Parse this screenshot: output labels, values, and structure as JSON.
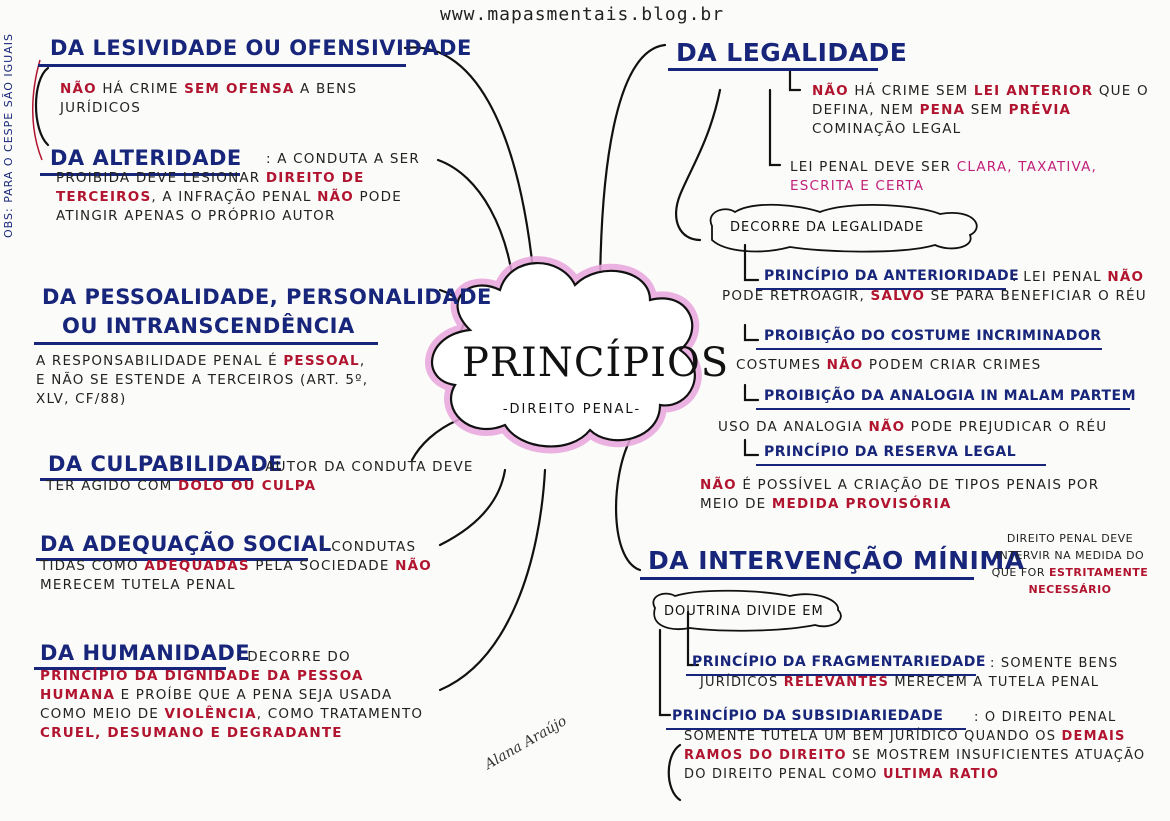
{
  "site": "www.mapasmentais.blog.br",
  "center": {
    "title": "PRINCÍPIOS",
    "subtitle": "-DIREITO PENAL-"
  },
  "obs_note": "OBS: PARA O CESPE SÃO IGUAIS",
  "lesividade": {
    "title": "DA LESIVIDADE OU OFENSIVIDADE",
    "t1": "NÃO",
    "t2": " HÁ CRIME ",
    "t3": "SEM OFENSA",
    "t4": " A BENS JURÍDICOS"
  },
  "alteridade": {
    "title": "DA ALTERIDADE",
    "t1": ": A CONDUTA A SER PROIBIDA DEVE LESIONAR ",
    "t2": "DIREITO DE TERCEIROS",
    "t3": ", A INFRAÇÃO PENAL ",
    "t4": "NÃO",
    "t5": " PODE ATINGIR APENAS O PRÓPRIO AUTOR"
  },
  "pessoalidade": {
    "title1": "DA PESSOALIDADE, PERSONALIDADE",
    "title2": "OU INTRANSCENDÊNCIA",
    "t1": "A RESPONSABILIDADE PENAL É ",
    "t2": "PESSOAL",
    "t3": ", E NÃO SE ESTENDE A TERCEIROS (ART. 5º, XLV, CF/88)"
  },
  "culpabilidade": {
    "title": "DA CULPABILIDADE",
    "t1": ": AUTOR DA CONDUTA DEVE TER AGIDO COM ",
    "t2": "DOLO OU CULPA"
  },
  "adequacao": {
    "title": "DA ADEQUAÇÃO SOCIAL",
    "t1": ": CONDUTAS TIDAS COMO ",
    "t2": "ADEQUADAS",
    "t3": " PELA SOCIEDADE ",
    "t4": "NÃO",
    "t5": " MERECEM TUTELA PENAL"
  },
  "humanidade": {
    "title": "DA HUMANIDADE",
    "t1": ": DECORRE DO ",
    "t2": "PRINCÍPIO DA DIGNIDADE DA PESSOA HUMANA",
    "t3": " E PROÍBE QUE A PENA SEJA USADA COMO MEIO DE ",
    "t4": "VIOLÊNCIA",
    "t5": ", COMO TRATAMENTO ",
    "t6": "CRUEL, DESUMANO E DEGRADANTE"
  },
  "legalidade": {
    "title": "DA LEGALIDADE",
    "a1": "NÃO",
    "a2": " HÁ CRIME SEM ",
    "a3": "LEI ANTERIOR",
    "a4": " QUE O DEFINA, NEM ",
    "a5": "PENA",
    "a6": " SEM ",
    "a7": "PRÉVIA",
    "a8": " COMINAÇÃO LEGAL",
    "b1": "LEI PENAL DEVE SER ",
    "b2": "CLARA, TAXATIVA, ESCRITA E CERTA",
    "bubble": "DECORRE DA LEGALIDADE",
    "p1_title": "PRINCÍPIO DA ANTERIORIDADE",
    "p1_t1": ": LEI PENAL ",
    "p1_t2": "NÃO",
    "p1_t3": " PODE RETROAGIR, ",
    "p1_t4": "SALVO",
    "p1_t5": " SE PARA BENEFICIAR O RÉU",
    "p2_title": "PROIBIÇÃO DO COSTUME INCRIMINADOR",
    "p2_t1": "COSTUMES ",
    "p2_t2": "NÃO",
    "p2_t3": " PODEM CRIAR CRIMES",
    "p3_title": "PROIBIÇÃO DA ANALOGIA IN MALAM PARTEM",
    "p3_t1": "USO DA ANALOGIA ",
    "p3_t2": "NÃO",
    "p3_t3": " PODE PREJUDICAR O RÉU",
    "p4_title": "PRINCÍPIO DA RESERVA LEGAL",
    "p4_t1": "NÃO",
    "p4_t2": " É POSSÍVEL A CRIAÇÃO DE TIPOS PENAIS POR MEIO DE ",
    "p4_t3": "MEDIDA PROVISÓRIA"
  },
  "intervencao": {
    "title": "DA INTERVENÇÃO MÍNIMA",
    "t1": "DIREITO PENAL DEVE INTERVIR NA MEDIDA DO QUE FOR ",
    "t2": "ESTRITAMENTE NECESSÁRIO",
    "bubble": "DOUTRINA DIVIDE EM",
    "f_title": "PRINCÍPIO DA FRAGMENTARIEDADE",
    "f_t1": ": SOMENTE BENS JURÍDICOS ",
    "f_t2": "RELEVANTES",
    "f_t3": " MERECEM A TUTELA PENAL",
    "s_title": "PRINCÍPIO DA SUBSIDIARIEDADE",
    "s_t1": ": O DIREITO PENAL SOMENTE TUTELA UM BEM JURÍDICO QUANDO OS ",
    "s_t2": "DEMAIS RAMOS DO DIREITO",
    "s_t3": " SE MOSTREM INSUFICIENTES ATUAÇÃO DO DIREITO PENAL COMO ",
    "s_t4": "ULTIMA RATIO"
  },
  "signature": "Alana Araújo",
  "colors": {
    "blue": "#17257a",
    "red": "#b1142f",
    "pink": "#c1207a",
    "cloud_glow": "#e9a6dd"
  }
}
